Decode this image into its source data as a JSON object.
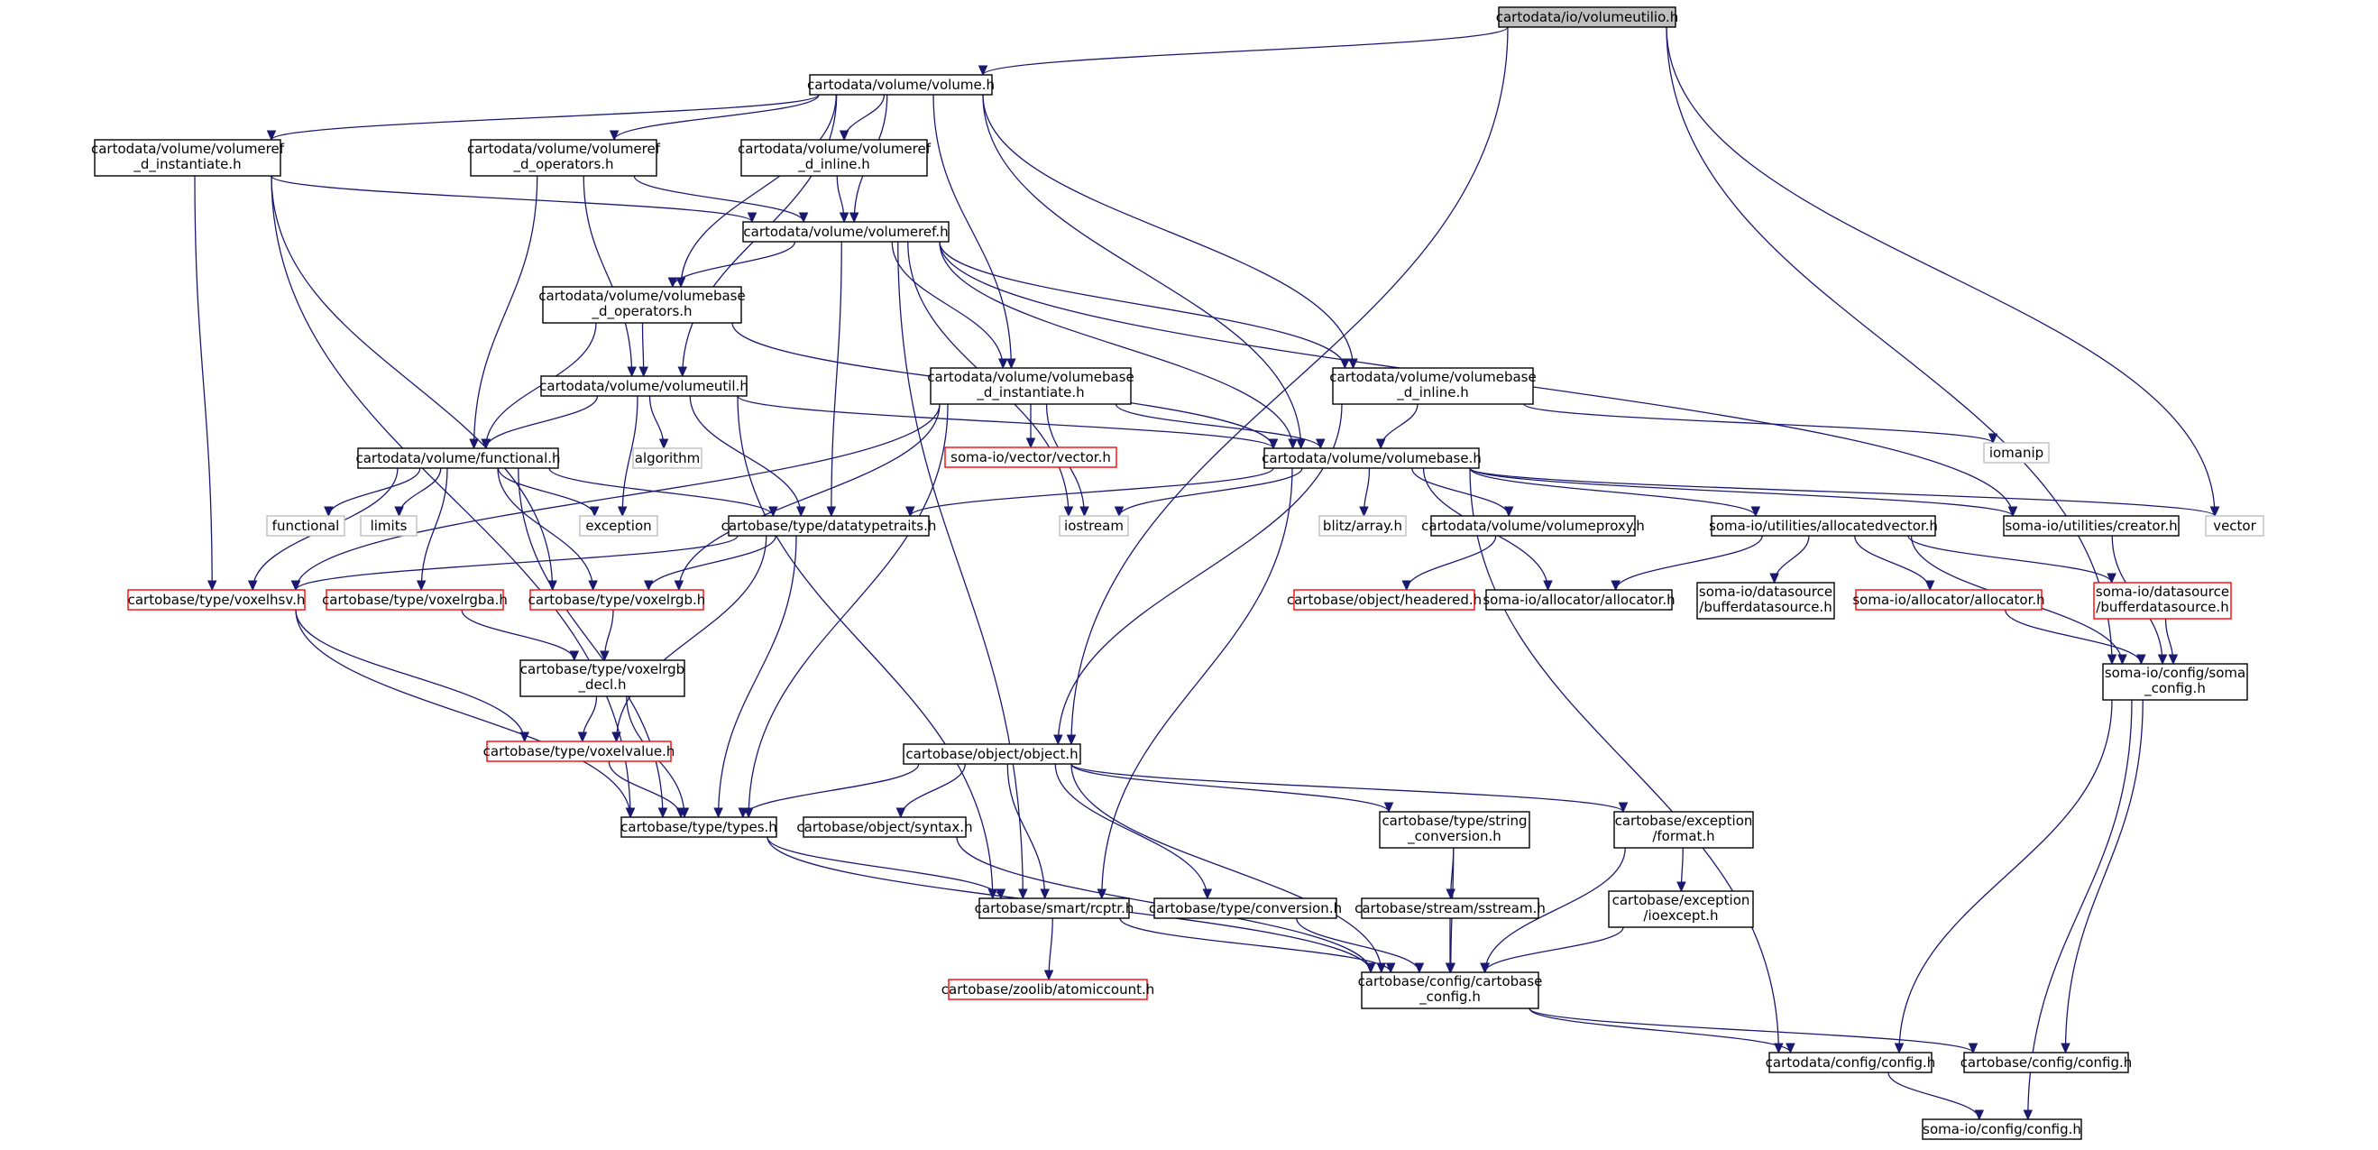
{
  "colors": {
    "edge": "#191970",
    "box_default": "#000000",
    "box_truncated": "#ff0000",
    "box_system": "#bfbfbf",
    "fill_root": "#bfbfbf",
    "fill_default": "#ffffff"
  },
  "nodes": {
    "volumeutilio": {
      "lines": [
        "cartodata/io/volumeutilio.h"
      ],
      "kind": "root"
    },
    "volume": {
      "lines": [
        "cartodata/volume/volume.h"
      ],
      "kind": "default"
    },
    "volumeref_d_instantiate": {
      "lines": [
        "cartodata/volume/volumeref",
        "_d_instantiate.h"
      ],
      "kind": "default"
    },
    "volumeref_d_operators": {
      "lines": [
        "cartodata/volume/volumeref",
        "_d_operators.h"
      ],
      "kind": "default"
    },
    "volumeref_d_inline": {
      "lines": [
        "cartodata/volume/volumeref",
        "_d_inline.h"
      ],
      "kind": "default"
    },
    "volumeref": {
      "lines": [
        "cartodata/volume/volumeref.h"
      ],
      "kind": "default"
    },
    "volumebase_d_operators": {
      "lines": [
        "cartodata/volume/volumebase",
        "_d_operators.h"
      ],
      "kind": "default"
    },
    "volumebase_d_instantiate": {
      "lines": [
        "cartodata/volume/volumebase",
        "_d_instantiate.h"
      ],
      "kind": "default"
    },
    "volumebase_d_inline": {
      "lines": [
        "cartodata/volume/volumebase",
        "_d_inline.h"
      ],
      "kind": "default"
    },
    "volumeutil": {
      "lines": [
        "cartodata/volume/volumeutil.h"
      ],
      "kind": "default"
    },
    "somaio_vector": {
      "lines": [
        "soma-io/vector/vector.h"
      ],
      "kind": "truncated"
    },
    "iomanip": {
      "lines": [
        "iomanip"
      ],
      "kind": "system"
    },
    "functional_h": {
      "lines": [
        "cartodata/volume/functional.h"
      ],
      "kind": "default"
    },
    "algorithm": {
      "lines": [
        "algorithm"
      ],
      "kind": "system"
    },
    "volumebase": {
      "lines": [
        "cartodata/volume/volumebase.h"
      ],
      "kind": "default"
    },
    "functional": {
      "lines": [
        "functional"
      ],
      "kind": "system"
    },
    "limits": {
      "lines": [
        "limits"
      ],
      "kind": "system"
    },
    "exception": {
      "lines": [
        "exception"
      ],
      "kind": "system"
    },
    "datatypetraits": {
      "lines": [
        "cartobase/type/datatypetraits.h"
      ],
      "kind": "default"
    },
    "iostream": {
      "lines": [
        "iostream"
      ],
      "kind": "system"
    },
    "blitz_array": {
      "lines": [
        "blitz/array.h"
      ],
      "kind": "system"
    },
    "volumeproxy": {
      "lines": [
        "cartodata/volume/volumeproxy.h"
      ],
      "kind": "default"
    },
    "allocatedvector": {
      "lines": [
        "soma-io/utilities/allocatedvector.h"
      ],
      "kind": "default"
    },
    "creator": {
      "lines": [
        "soma-io/utilities/creator.h"
      ],
      "kind": "default"
    },
    "vector": {
      "lines": [
        "vector"
      ],
      "kind": "system"
    },
    "voxelhsv": {
      "lines": [
        "cartobase/type/voxelhsv.h"
      ],
      "kind": "truncated"
    },
    "voxelrgba": {
      "lines": [
        "cartobase/type/voxelrgba.h"
      ],
      "kind": "truncated"
    },
    "voxelrgb": {
      "lines": [
        "cartobase/type/voxelrgb.h"
      ],
      "kind": "truncated"
    },
    "headered": {
      "lines": [
        "cartobase/object/headered.h"
      ],
      "kind": "truncated"
    },
    "somaio_allocator_black": {
      "lines": [
        "soma-io/allocator/allocator.h"
      ],
      "kind": "default"
    },
    "bufferdatasource_black": {
      "lines": [
        "soma-io/datasource",
        "/bufferdatasource.h"
      ],
      "kind": "default"
    },
    "somaio_allocator_red": {
      "lines": [
        "soma-io/allocator/allocator.h"
      ],
      "kind": "truncated"
    },
    "bufferdatasource_red": {
      "lines": [
        "soma-io/datasource",
        "/bufferdatasource.h"
      ],
      "kind": "truncated"
    },
    "voxelrgb_decl": {
      "lines": [
        "cartobase/type/voxelrgb",
        "_decl.h"
      ],
      "kind": "default"
    },
    "soma_config": {
      "lines": [
        "soma-io/config/soma",
        "_config.h"
      ],
      "kind": "default"
    },
    "voxelvalue": {
      "lines": [
        "cartobase/type/voxelvalue.h"
      ],
      "kind": "truncated"
    },
    "object": {
      "lines": [
        "cartobase/object/object.h"
      ],
      "kind": "default"
    },
    "types": {
      "lines": [
        "cartobase/type/types.h"
      ],
      "kind": "default"
    },
    "syntax": {
      "lines": [
        "cartobase/object/syntax.h"
      ],
      "kind": "default"
    },
    "string_conversion": {
      "lines": [
        "cartobase/type/string",
        "_conversion.h"
      ],
      "kind": "default"
    },
    "exception_format": {
      "lines": [
        "cartobase/exception",
        "/format.h"
      ],
      "kind": "default"
    },
    "sstream": {
      "lines": [
        "cartobase/stream/sstream.h"
      ],
      "kind": "default"
    },
    "ioexcept": {
      "lines": [
        "cartobase/exception",
        "/ioexcept.h"
      ],
      "kind": "default"
    },
    "rcptr": {
      "lines": [
        "cartobase/smart/rcptr.h"
      ],
      "kind": "default"
    },
    "conversion": {
      "lines": [
        "cartobase/type/conversion.h"
      ],
      "kind": "default"
    },
    "atomiccount": {
      "lines": [
        "cartobase/zoolib/atomiccount.h"
      ],
      "kind": "truncated"
    },
    "cartobase_config": {
      "lines": [
        "cartobase/config/cartobase",
        "_config.h"
      ],
      "kind": "default"
    },
    "cartodata_config": {
      "lines": [
        "cartodata/config/config.h"
      ],
      "kind": "default"
    },
    "cartobase_config_h": {
      "lines": [
        "cartobase/config/config.h"
      ],
      "kind": "default"
    },
    "somaio_config_h": {
      "lines": [
        "soma-io/config/config.h"
      ],
      "kind": "default"
    }
  },
  "edges": [
    [
      "volumeutilio",
      "volume"
    ],
    [
      "volumeutilio",
      "object"
    ],
    [
      "volumeutilio",
      "vector"
    ],
    [
      "volumeutilio",
      "soma_config"
    ],
    [
      "volume",
      "volumeref_d_instantiate"
    ],
    [
      "volume",
      "volumeref_d_operators"
    ],
    [
      "volume",
      "volumeref_d_inline"
    ],
    [
      "volume",
      "volumeref"
    ],
    [
      "volume",
      "volumebase_d_operators"
    ],
    [
      "volume",
      "volumebase_d_instantiate"
    ],
    [
      "volume",
      "volumebase_d_inline"
    ],
    [
      "volume",
      "volumeutil"
    ],
    [
      "volume",
      "volumebase"
    ],
    [
      "volumeref_d_instantiate",
      "volumeref"
    ],
    [
      "volumeref_d_instantiate",
      "voxelhsv"
    ],
    [
      "volumeref_d_instantiate",
      "voxelrgb"
    ],
    [
      "volumeref_d_instantiate",
      "types"
    ],
    [
      "volumeref_d_operators",
      "volumeref"
    ],
    [
      "volumeref_d_operators",
      "volumeutil"
    ],
    [
      "volumeref_d_operators",
      "functional_h"
    ],
    [
      "volumeref_d_inline",
      "volumeref"
    ],
    [
      "volumeref",
      "volumebase_d_operators"
    ],
    [
      "volumeref",
      "volumebase_d_instantiate"
    ],
    [
      "volumeref",
      "volumebase_d_inline"
    ],
    [
      "volumeref",
      "volumebase"
    ],
    [
      "volumeref",
      "datatypetraits"
    ],
    [
      "volumeref",
      "creator"
    ],
    [
      "volumeref",
      "rcptr"
    ],
    [
      "volumeref",
      "iostream"
    ],
    [
      "volumebase_d_operators",
      "volumeutil"
    ],
    [
      "volumebase_d_operators",
      "functional_h"
    ],
    [
      "volumebase_d_operators",
      "volumebase"
    ],
    [
      "volumebase_d_instantiate",
      "somaio_vector"
    ],
    [
      "volumebase_d_instantiate",
      "volumebase"
    ],
    [
      "volumebase_d_instantiate",
      "voxelhsv"
    ],
    [
      "volumebase_d_instantiate",
      "voxelrgb"
    ],
    [
      "volumebase_d_instantiate",
      "types"
    ],
    [
      "volumebase_d_instantiate",
      "iostream"
    ],
    [
      "volumebase_d_inline",
      "volumebase"
    ],
    [
      "volumebase_d_inline",
      "iomanip"
    ],
    [
      "volumebase_d_inline",
      "object"
    ],
    [
      "volumeutil",
      "functional_h"
    ],
    [
      "volumeutil",
      "algorithm"
    ],
    [
      "volumeutil",
      "exception"
    ],
    [
      "volumeutil",
      "volumebase"
    ],
    [
      "volumeutil",
      "datatypetraits"
    ],
    [
      "volumeutil",
      "rcptr"
    ],
    [
      "functional_h",
      "functional"
    ],
    [
      "functional_h",
      "limits"
    ],
    [
      "functional_h",
      "exception"
    ],
    [
      "functional_h",
      "datatypetraits"
    ],
    [
      "functional_h",
      "voxelhsv"
    ],
    [
      "functional_h",
      "voxelrgba"
    ],
    [
      "functional_h",
      "voxelrgb"
    ],
    [
      "functional_h",
      "types"
    ],
    [
      "volumebase",
      "datatypetraits"
    ],
    [
      "volumebase",
      "iostream"
    ],
    [
      "volumebase",
      "blitz_array"
    ],
    [
      "volumebase",
      "volumeproxy"
    ],
    [
      "volumebase",
      "allocatedvector"
    ],
    [
      "volumebase",
      "creator"
    ],
    [
      "volumebase",
      "vector"
    ],
    [
      "volumebase",
      "somaio_allocator_black"
    ],
    [
      "volumebase",
      "rcptr"
    ],
    [
      "volumebase",
      "cartodata_config"
    ],
    [
      "datatypetraits",
      "voxelhsv"
    ],
    [
      "datatypetraits",
      "voxelrgb"
    ],
    [
      "datatypetraits",
      "voxelvalue"
    ],
    [
      "datatypetraits",
      "types"
    ],
    [
      "volumeproxy",
      "headered"
    ],
    [
      "allocatedvector",
      "somaio_allocator_black"
    ],
    [
      "allocatedvector",
      "bufferdatasource_black"
    ],
    [
      "allocatedvector",
      "somaio_allocator_red"
    ],
    [
      "allocatedvector",
      "bufferdatasource_red"
    ],
    [
      "allocatedvector",
      "soma_config"
    ],
    [
      "creator",
      "soma_config"
    ],
    [
      "voxelhsv",
      "voxelvalue"
    ],
    [
      "voxelhsv",
      "types"
    ],
    [
      "voxelrgba",
      "voxelrgb_decl"
    ],
    [
      "voxelrgb",
      "voxelrgb_decl"
    ],
    [
      "voxelrgb_decl",
      "voxelvalue"
    ],
    [
      "voxelrgb_decl",
      "types"
    ],
    [
      "somaio_allocator_red",
      "soma_config"
    ],
    [
      "bufferdatasource_red",
      "soma_config"
    ],
    [
      "soma_config",
      "cartodata_config"
    ],
    [
      "soma_config",
      "cartobase_config_h"
    ],
    [
      "soma_config",
      "somaio_config_h"
    ],
    [
      "voxelvalue",
      "types"
    ],
    [
      "object",
      "types"
    ],
    [
      "object",
      "syntax"
    ],
    [
      "object",
      "rcptr"
    ],
    [
      "object",
      "conversion"
    ],
    [
      "object",
      "string_conversion"
    ],
    [
      "object",
      "exception_format"
    ],
    [
      "object",
      "cartobase_config"
    ],
    [
      "types",
      "rcptr"
    ],
    [
      "types",
      "cartobase_config"
    ],
    [
      "syntax",
      "cartobase_config"
    ],
    [
      "string_conversion",
      "sstream"
    ],
    [
      "string_conversion",
      "cartobase_config"
    ],
    [
      "exception_format",
      "ioexcept"
    ],
    [
      "exception_format",
      "cartobase_config"
    ],
    [
      "sstream",
      "cartobase_config"
    ],
    [
      "ioexcept",
      "cartobase_config"
    ],
    [
      "rcptr",
      "atomiccount"
    ],
    [
      "rcptr",
      "cartobase_config"
    ],
    [
      "conversion",
      "cartobase_config"
    ],
    [
      "cartobase_config",
      "cartodata_config"
    ],
    [
      "cartobase_config",
      "cartobase_config_h"
    ],
    [
      "cartodata_config",
      "somaio_config_h"
    ]
  ]
}
